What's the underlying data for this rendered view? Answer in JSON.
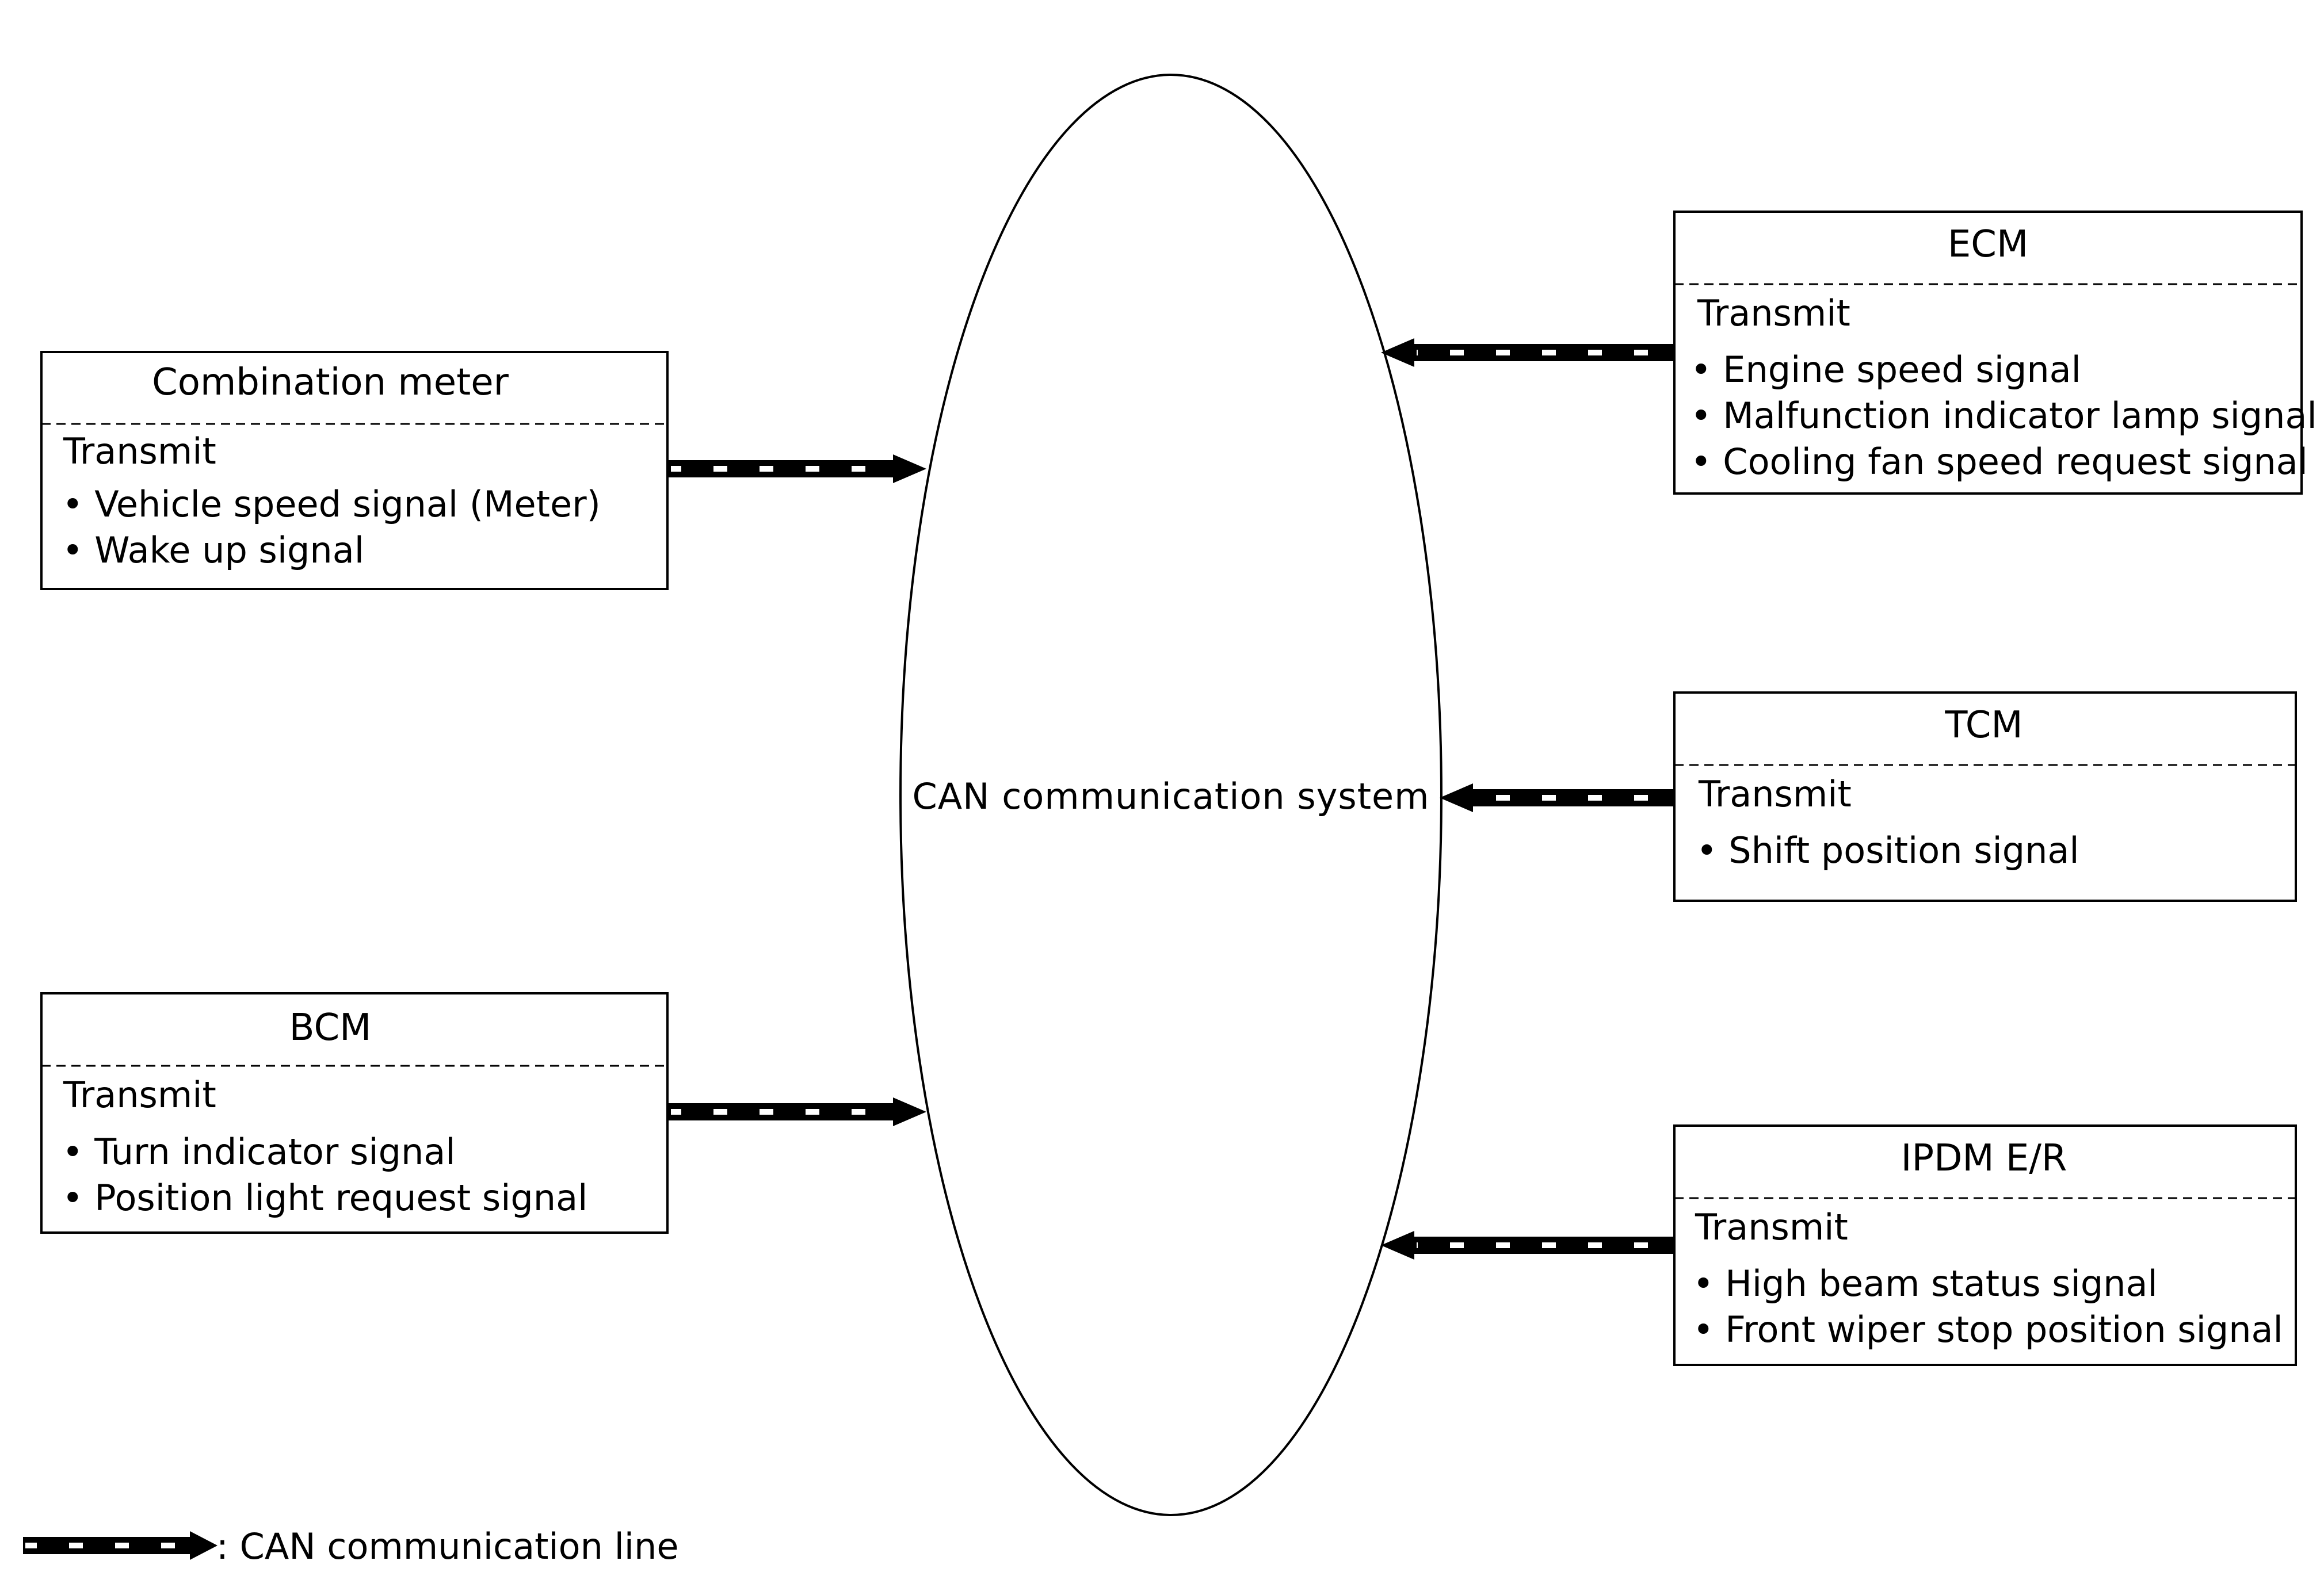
{
  "center": {
    "label": "CAN communication system"
  },
  "modules": {
    "combination_meter": {
      "title": "Combination meter",
      "section": "Transmit",
      "items": [
        "Vehicle speed signal (Meter)",
        "Wake up signal"
      ]
    },
    "bcm": {
      "title": "BCM",
      "section": "Transmit",
      "items": [
        "Turn indicator signal",
        "Position light request signal"
      ]
    },
    "ecm": {
      "title": "ECM",
      "section": "Transmit",
      "items": [
        "Engine speed signal",
        "Malfunction indicator lamp signal",
        "Cooling fan speed request signal"
      ]
    },
    "tcm": {
      "title": "TCM",
      "section": "Transmit",
      "items": [
        "Shift position signal"
      ]
    },
    "ipdm": {
      "title": "IPDM E/R",
      "section": "Transmit",
      "items": [
        "High beam status signal",
        "Front wiper stop position signal"
      ]
    }
  },
  "legend": {
    "label": ": CAN communication line"
  },
  "colors": {
    "line": "#000000",
    "background": "#ffffff"
  }
}
